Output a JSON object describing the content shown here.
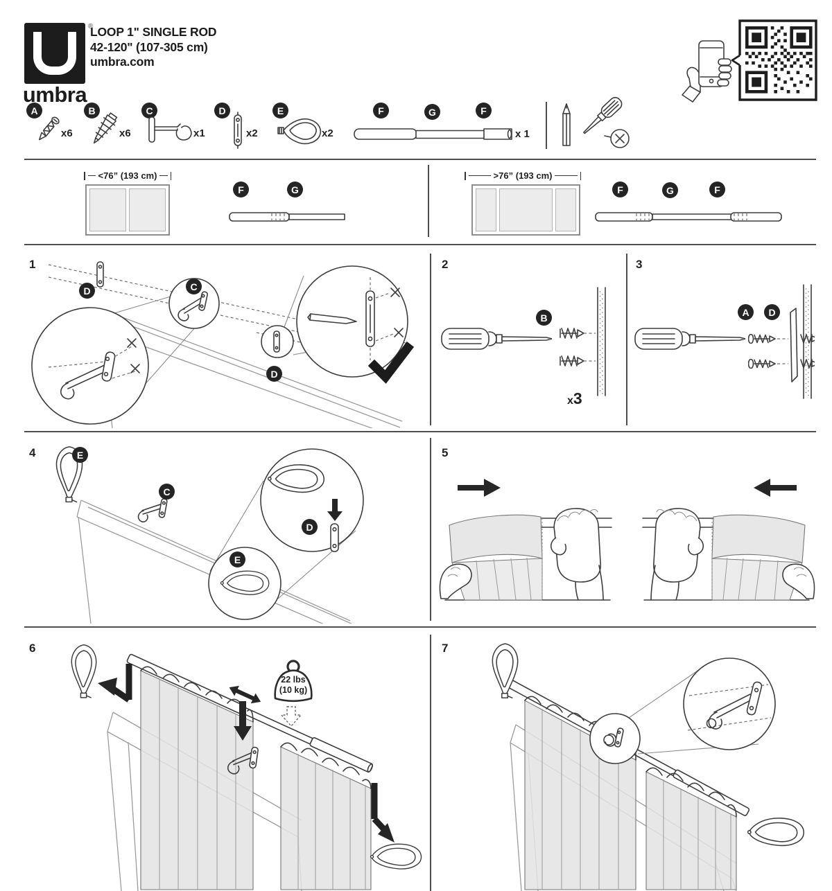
{
  "header": {
    "brand": "umbra",
    "registered_mark": "®",
    "title_line1": "LOOP 1\" SINGLE ROD",
    "title_line2": "42-120\" (107-305 cm)",
    "title_line3": "umbra.com"
  },
  "parts": {
    "a": {
      "label": "A",
      "qty": "x6"
    },
    "b": {
      "label": "B",
      "qty": "x6"
    },
    "c": {
      "label": "C",
      "qty": "x1"
    },
    "d": {
      "label": "D",
      "qty": "x2"
    },
    "e": {
      "label": "E",
      "qty": "x2"
    },
    "rod": {
      "f_left": "F",
      "g_mid": "G",
      "f_right": "F",
      "qty": "x 1"
    }
  },
  "size_guide": {
    "small_window": {
      "dimension": "<76” (193 cm)",
      "f": "F",
      "g": "G"
    },
    "large_window": {
      "dimension": ">76” (193 cm)",
      "f1": "F",
      "g": "G",
      "f2": "F"
    }
  },
  "steps": {
    "s1": {
      "num": "1",
      "d_left": "D",
      "c": "C",
      "d_right": "D"
    },
    "s2": {
      "num": "2",
      "b": "B",
      "multiplier_x": "x",
      "multiplier_n": "3"
    },
    "s3": {
      "num": "3",
      "a": "A",
      "d": "D"
    },
    "s4": {
      "num": "4",
      "e_top": "E",
      "c": "C",
      "d": "D",
      "e_zoom": "E"
    },
    "s5": {
      "num": "5"
    },
    "s6": {
      "num": "6",
      "weight_line1": "22 lbs",
      "weight_line2": "(10 kg)"
    },
    "s7": {
      "num": "7"
    }
  }
}
